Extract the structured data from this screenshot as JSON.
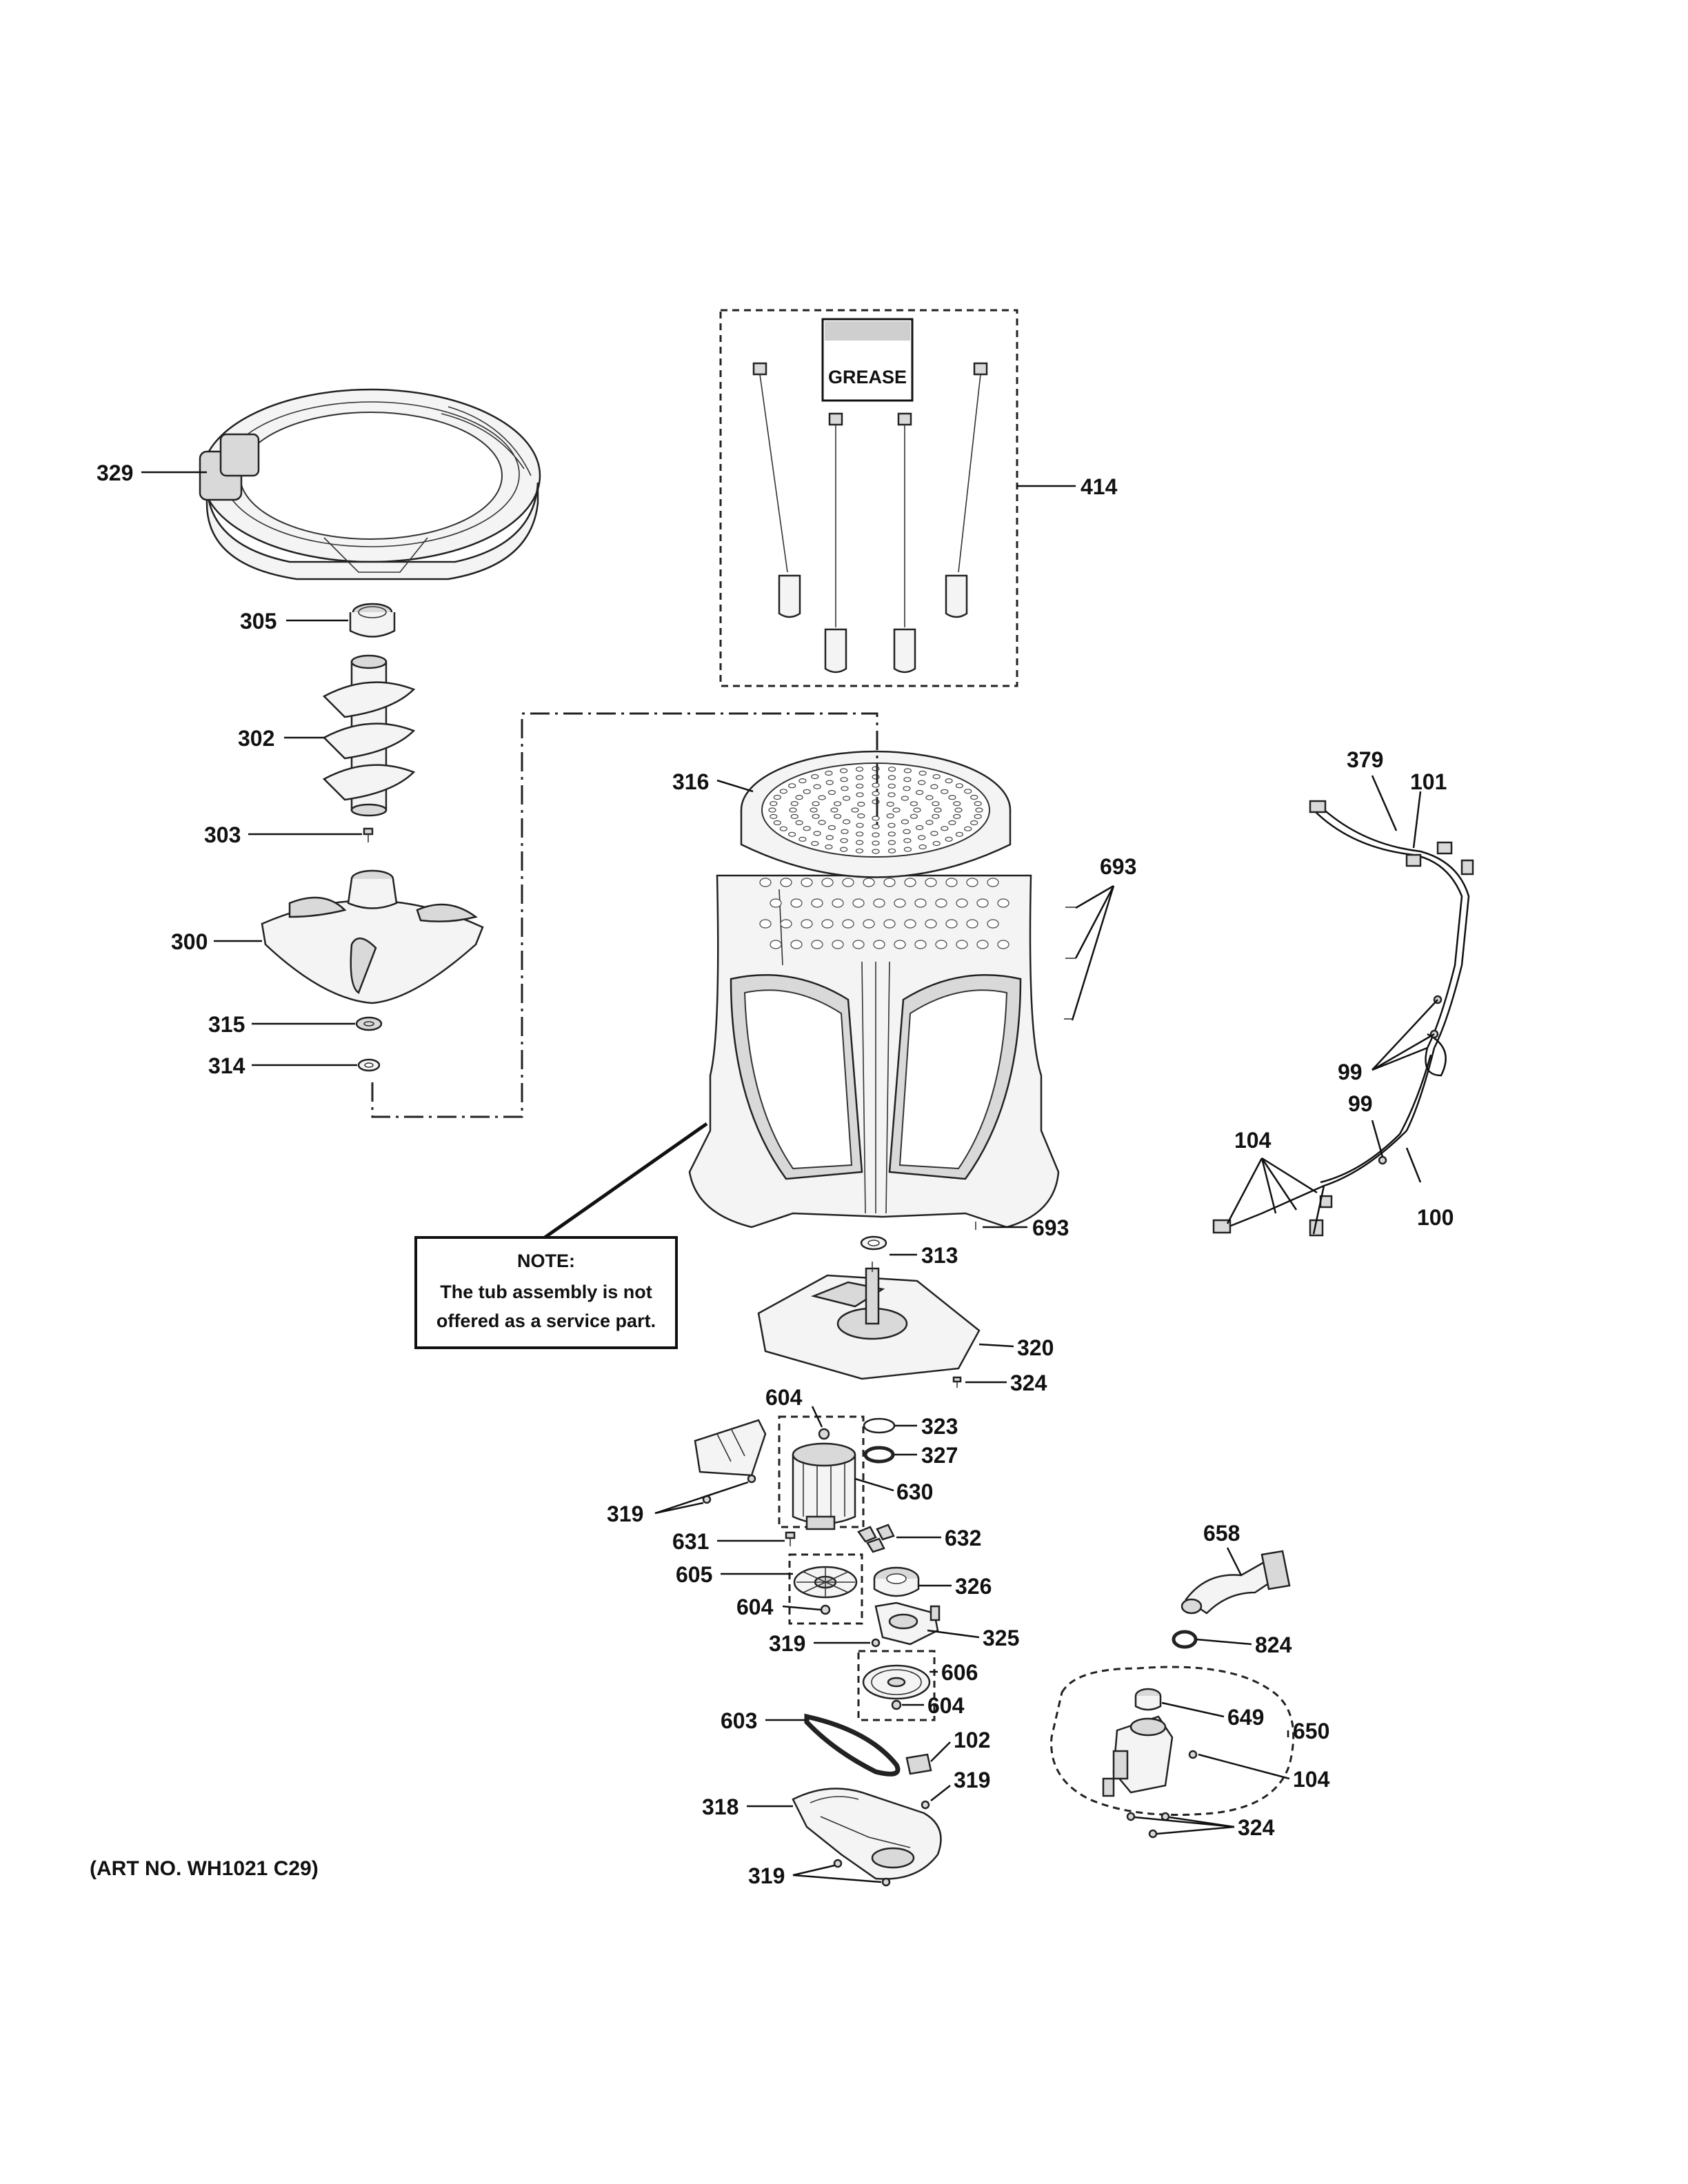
{
  "diagram": {
    "grease_label": "GREASE",
    "note": {
      "title": "NOTE:",
      "line1": "The tub assembly is not",
      "line2": "offered as a service part."
    },
    "art_number": "(ART NO. WH1021 C29)",
    "callouts": {
      "c329": "329",
      "c305": "305",
      "c302": "302",
      "c303": "303",
      "c300": "300",
      "c315": "315",
      "c314": "314",
      "c414": "414",
      "c316": "316",
      "c693a": "693",
      "c693b": "693",
      "c313": "313",
      "c320": "320",
      "c324a": "324",
      "c323": "323",
      "c327": "327",
      "c604a": "604",
      "c630": "630",
      "c319a": "319",
      "c631": "631",
      "c632": "632",
      "c605": "605",
      "c326": "326",
      "c604b": "604",
      "c319b": "319",
      "c325": "325",
      "c606": "606",
      "c604c": "604",
      "c603": "603",
      "c102": "102",
      "c319c": "319",
      "c318": "318",
      "c319d": "319",
      "c379": "379",
      "c101": "101",
      "c99a": "99",
      "c99b": "99",
      "c104a": "104",
      "c100": "100",
      "c658": "658",
      "c824": "824",
      "c649": "649",
      "c650": "650",
      "c104b": "104",
      "c324b": "324"
    }
  }
}
